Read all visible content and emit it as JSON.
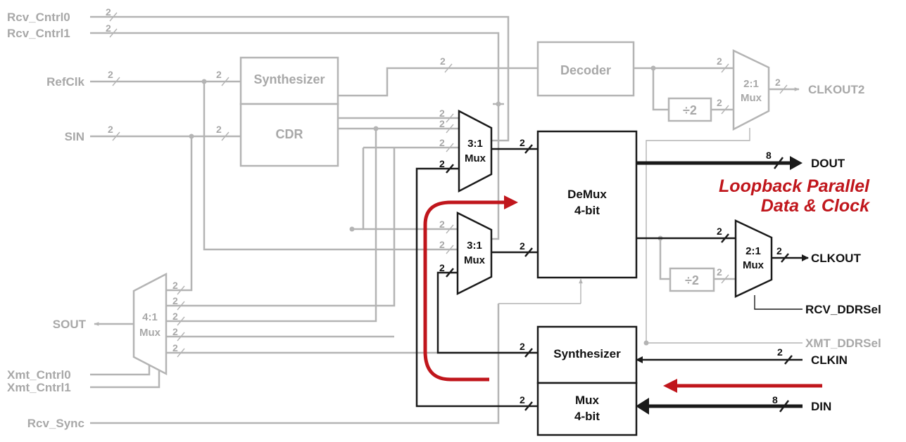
{
  "colors": {
    "inactive": "#b4b4b4",
    "active": "#1a1a1a",
    "highlight": "#c0161c"
  },
  "signals": {
    "rcv_cntrl0": "Rcv_Cntrl0",
    "rcv_cntrl1": "Rcv_Cntrl1",
    "refclk": "RefClk",
    "sin": "SIN",
    "sout": "SOUT",
    "xmt_cntrl0": "Xmt_Cntrl0",
    "xmt_cntrl1": "Xmt_Cntrl1",
    "rcv_sync": "Rcv_Sync",
    "clkout2": "CLKOUT2",
    "dout": "DOUT",
    "clkout": "CLKOUT",
    "rcv_ddrsel": "RCV_DDRSel",
    "xmt_ddrsel": "XMT_DDRSel",
    "clkin": "CLKIN",
    "din": "DIN"
  },
  "blocks": {
    "synth_top": "Synthesizer",
    "cdr": "CDR",
    "decoder": "Decoder",
    "div2_top": "÷2",
    "div2_bot": "÷2",
    "mux21_top": [
      "2:1",
      "Mux"
    ],
    "mux21_bot": [
      "2:1",
      "Mux"
    ],
    "mux31_top": [
      "3:1",
      "Mux"
    ],
    "mux31_bot": [
      "3:1",
      "Mux"
    ],
    "mux41": [
      "4:1",
      "Mux"
    ],
    "demux": [
      "DeMux",
      "4-bit"
    ],
    "synth_bot": "Synthesizer",
    "mux4bit": [
      "Mux",
      "4-bit"
    ]
  },
  "bus_widths": {
    "two": "2",
    "eight": "8"
  },
  "annotation": [
    "Loopback Parallel",
    "Data & Clock"
  ]
}
